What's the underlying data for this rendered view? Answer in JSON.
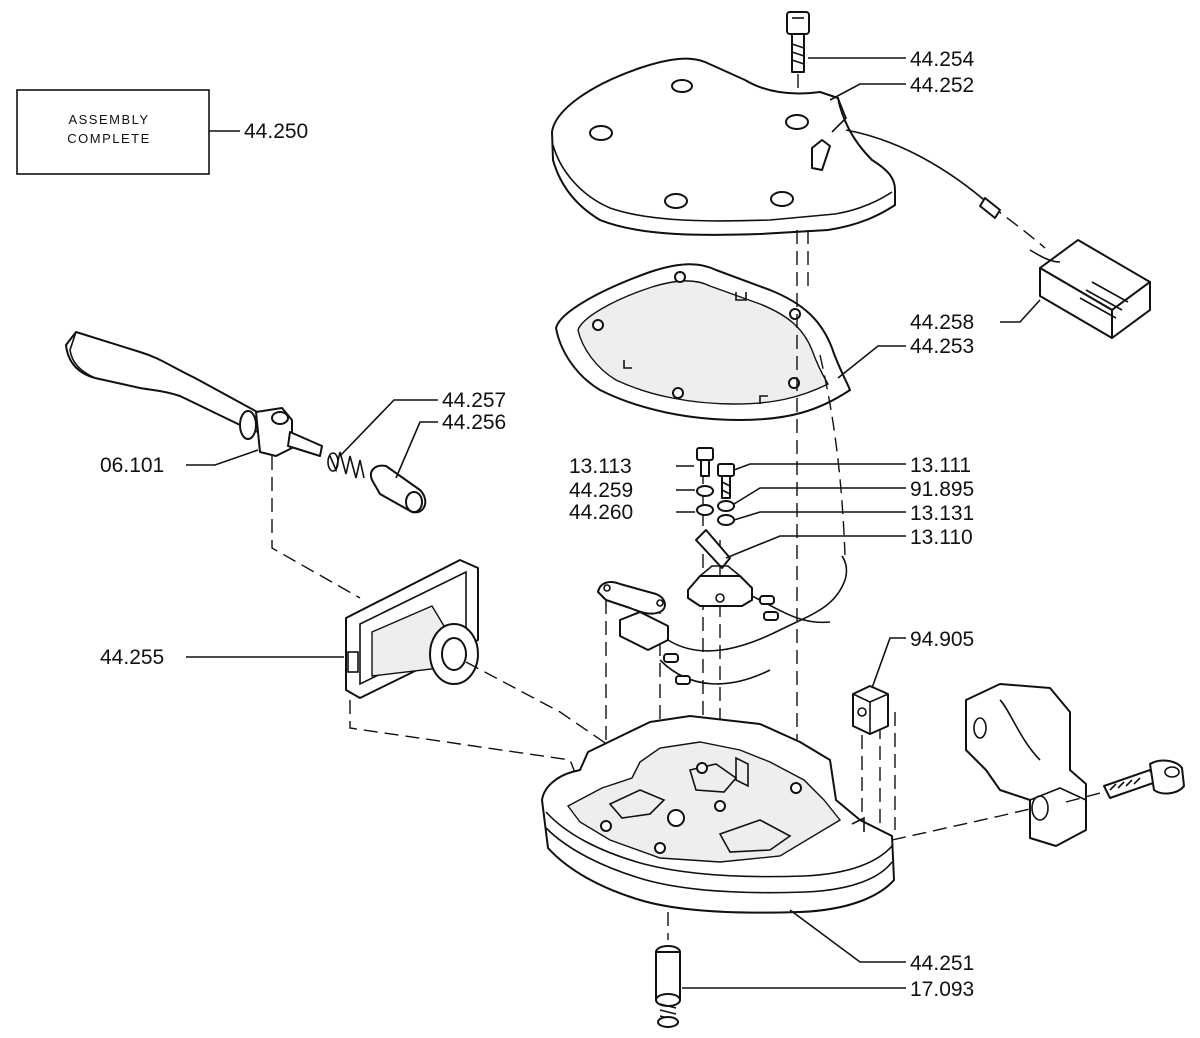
{
  "assembly_box": {
    "line1": "ASSEMBLY",
    "line2": "COMPLETE",
    "part_number": "44.250"
  },
  "labels": {
    "p44_254": "44.254",
    "p44_252": "44.252",
    "p44_258": "44.258",
    "p44_253": "44.253",
    "p44_257": "44.257",
    "p44_256": "44.256",
    "p06_101": "06.101",
    "p13_113": "13.113",
    "p44_259": "44.259",
    "p44_260": "44.260",
    "p13_111": "13.111",
    "p91_895": "91.895",
    "p13_131": "13.131",
    "p13_110": "13.110",
    "p94_905": "94.905",
    "p44_255": "44.255",
    "p44_251": "44.251",
    "p17_093": "17.093"
  }
}
